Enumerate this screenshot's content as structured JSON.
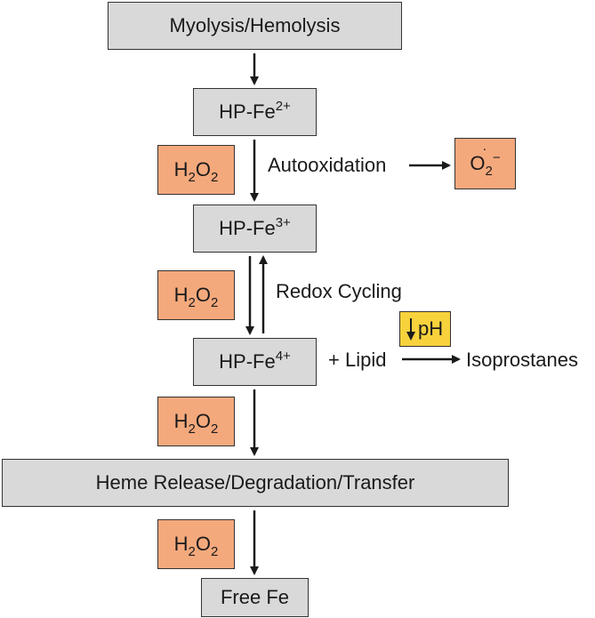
{
  "nodes": {
    "myolysis": "Myolysis/Hemolysis",
    "hp_fe2_base": "HP-Fe",
    "hp_fe2_sup": "2+",
    "hp_fe3_base": "HP-Fe",
    "hp_fe3_sup": "3+",
    "hp_fe4_base": "HP-Fe",
    "hp_fe4_sup": "4+",
    "heme_release": "Heme Release/Degradation/Transfer",
    "free_fe": "Free Fe"
  },
  "h2o2": {
    "h": "H",
    "sub1": "2",
    "o": "O",
    "sub2": "2"
  },
  "superoxide": {
    "base": "O",
    "sub": "2",
    "dot": "·",
    "sup": "−"
  },
  "labels": {
    "autooxidation": "Autooxidation",
    "redox_cycling": "Redox Cycling",
    "lipid": "+ Lipid",
    "isoprostanes": "Isoprostanes",
    "ph": "pH"
  },
  "colors": {
    "gray_box": "#d9d9d9",
    "orange_box": "#f4a97c",
    "yellow_box": "#f7d23c",
    "arrow": "#1a1a1a"
  }
}
